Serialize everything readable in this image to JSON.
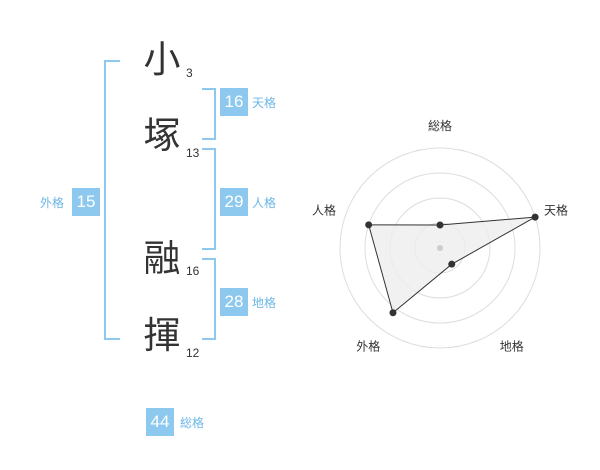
{
  "name_chars": [
    {
      "char": "小",
      "strokes": "3"
    },
    {
      "char": "塚",
      "strokes": "13"
    },
    {
      "char": "融",
      "strokes": "16"
    },
    {
      "char": "揮",
      "strokes": "12"
    }
  ],
  "kaku": {
    "tenkaku": {
      "value": "16",
      "label": "天格"
    },
    "jinkaku": {
      "value": "29",
      "label": "人格"
    },
    "chikaku": {
      "value": "28",
      "label": "地格"
    },
    "gaikaku": {
      "value": "15",
      "label": "外格"
    },
    "soukaku": {
      "value": "44",
      "label": "総格"
    }
  },
  "colors": {
    "accent": "#8dc8ee",
    "label_accent": "#6cb6e6",
    "text": "#333333",
    "grid": "#dddddd",
    "fill": "#eeeeee"
  },
  "chart_data": {
    "type": "radar",
    "axes": [
      "総格",
      "天格",
      "地格",
      "外格",
      "人格"
    ],
    "values": [
      0.23,
      1.0,
      0.2,
      0.8,
      0.75
    ],
    "max": 1,
    "rings": 4
  }
}
